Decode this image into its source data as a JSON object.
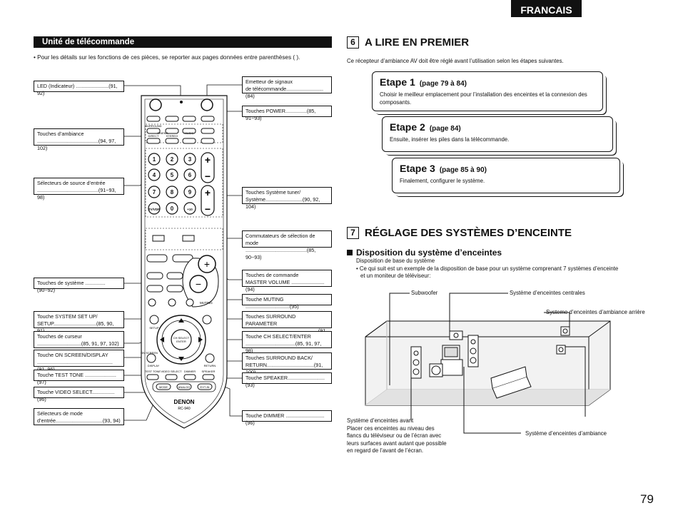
{
  "header": {
    "language_tab": "FRANCAIS"
  },
  "left": {
    "section_bar": "Unité de télécommande",
    "note": "• Pour les détails sur les fonctions de ces pièces, se reporter aux pages données entre parenthèses (  ).",
    "labels_left": [
      {
        "l1": "LED (Indicateur) .......................(91, 92)"
      },
      {
        "l1": "Touches d’ambiance",
        "l2": "...........................................(94, 97, 102)"
      },
      {
        "l1": "Sélecteurs de source d’entrée",
        "l2": "...........................................(91~93, 98)"
      },
      {
        "l1": "Touches de système ..............(90~92)"
      },
      {
        "l1": "Touche SYSTEM SET UP/",
        "l2": "SETUP..............................(85, 90, 91)"
      },
      {
        "l1": "Touches de curseur",
        "l2": "...............................(85, 91, 97, 102)"
      },
      {
        "l1": "Touche ON SCREEN/DISPLAY",
        "l2": ".....................................................(91, 96)"
      },
      {
        "l1": "Touche TEST TONE ......................(97)"
      },
      {
        "l1": "Touche VIDEO SELECT................(96)"
      },
      {
        "l1": "Sélecteurs de mode",
        "l2": "d’entrée.................................(93, 94)"
      }
    ],
    "labels_right": [
      {
        "l1": "Emetteur de signaux",
        "l2": "de télécommande..........................(84)"
      },
      {
        "l1": "Touches POWER...............(85, 91~93)"
      },
      {
        "l1": "Touches Système tuner/",
        "l2": "Système..........................(90, 92, 104)"
      },
      {
        "l1": "Commutateurs de sélection de mode",
        "l2": "...........................................(85, 90~93)"
      },
      {
        "l1": "Touches de commande",
        "l2": "MASTER VOLUME .......................(94)"
      },
      {
        "l1": "Touche MUTING ...............................(95)"
      },
      {
        "l1": "Touches SURROUND PARAMETER",
        "l2": "...................................................(91, 98)"
      },
      {
        "l1": "Touche CH SELECT/ENTER",
        "l2": "...................................(85, 91, 97, 98)"
      },
      {
        "l1": "Touches SURROUND BACK/",
        "l2": "RETURN.................................(91, 100)"
      },
      {
        "l1": "Touche SPEAKER..........................(93)"
      },
      {
        "l1": "Touche DIMMER ...........................(96)"
      }
    ],
    "remote": {
      "brand": "DENON",
      "model": "RC-940",
      "num_keys": [
        "1",
        "2",
        "3",
        "4",
        "5",
        "6",
        "7",
        "8",
        "9",
        "TV/VDP",
        "0",
        "+10"
      ],
      "btn_surround": "SURROUND",
      "btn_cinema": "CINEMA",
      "btn_music": "MUSIC",
      "btn_direct": "DIRECT",
      "btn_stereo": "STEREO",
      "btn_muting": "MUTING",
      "btn_ch_select": "CH SELECT",
      "btn_enter": "ENTER",
      "btn_setup": "SETUP",
      "btn_on_screen": "ON SCREEN",
      "btn_display": "DISPLAY",
      "btn_return": "RETURN",
      "btn_test_tone": "TEST TONE",
      "btn_video_select": "VIDEO SELECT",
      "btn_dimmer": "DIMMER",
      "btn_speaker": "SPEAKER",
      "btn_mode": "MODE",
      "btn_analog": "ANALOG",
      "btn_ext_in": "EXT-IN"
    }
  },
  "right": {
    "sec6": {
      "num": "6",
      "title": "A LIRE EN PREMIER",
      "intro": "Ce récepteur d’ambiance AV doit être réglé avant l’utilisation selon les étapes suivantes."
    },
    "steps": [
      {
        "title": "Etape 1",
        "pages": "(page 79 à 84)",
        "text": "Choisir le meilleur emplacement pour l’installation des enceintes et la connexion des composants."
      },
      {
        "title": "Etape 2",
        "pages": "(page 84)",
        "text": "Ensuite, insérer les piles dans la télécommande."
      },
      {
        "title": "Etape 3",
        "pages": "(page 85 à 90)",
        "text": "Finalement, configurer le système."
      }
    ],
    "sec7": {
      "num": "7",
      "title": "RÉGLAGE DES SYSTÈMES D’ENCEINTE"
    },
    "sub": {
      "title": "Disposition du système d’enceintes",
      "line1": "Disposition de base du système",
      "line2": "• Ce qui suit est un exemple de la disposition de base pour un système comprenant 7 systèmes d’enceinte",
      "line3": "et un moniteur de téléviseur:"
    },
    "speakers": {
      "subwoofer": "Subwoofer",
      "center": "Système d’enceintes centrales",
      "surround_back": "Systeme d’enceintes d’ambiance arrière",
      "surround": "Système d’enceintes d’ambiance",
      "front_title": "Système d’enceintes avant",
      "front_desc": [
        "Placer ces enceintes au niveau des",
        "flancs du téléviseur ou de l’écran avec",
        "leurs surfaces avant autant que possible",
        "en regard de l’avant de l’écran."
      ]
    }
  },
  "footer": {
    "page_number": "79"
  }
}
